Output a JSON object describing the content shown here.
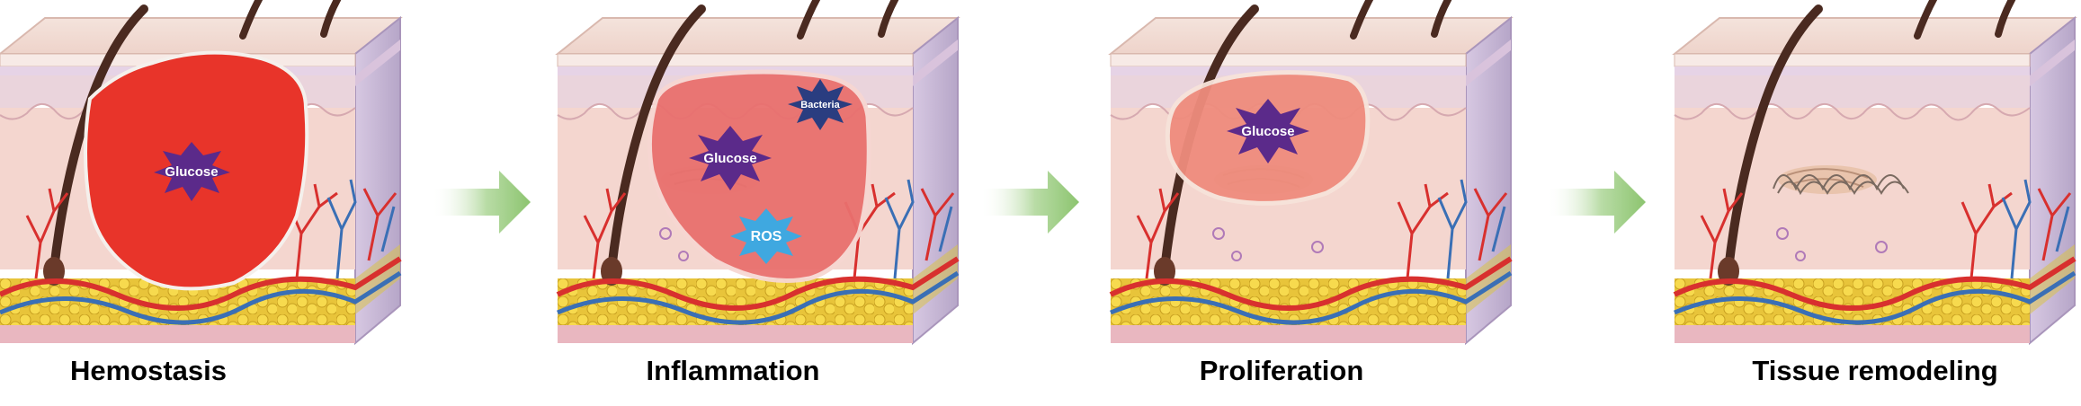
{
  "stages": [
    {
      "label": "Hemostasis"
    },
    {
      "label": "Inflammation"
    },
    {
      "label": "Proliferation"
    },
    {
      "label": "Tissue remodeling"
    }
  ],
  "markers": {
    "glucose": "Glucose",
    "bacteria": "Bacteria",
    "ros": "ROS"
  },
  "colors": {
    "clot": "#e8342a",
    "wound_inflamed": "#e9706e",
    "wound_healing": "#ef8c7d",
    "glucose_star": "#5b2a8a",
    "bacteria_star": "#2a3d80",
    "ros_star": "#3fa8e0",
    "arrow": "#9fcf86",
    "hair": "#4a2a20",
    "artery": "#d8302e",
    "vein": "#3a6fb5",
    "fat": "#f2cf3e",
    "dermis": "#f4d6cf",
    "side_face": "#c8b9d6"
  }
}
